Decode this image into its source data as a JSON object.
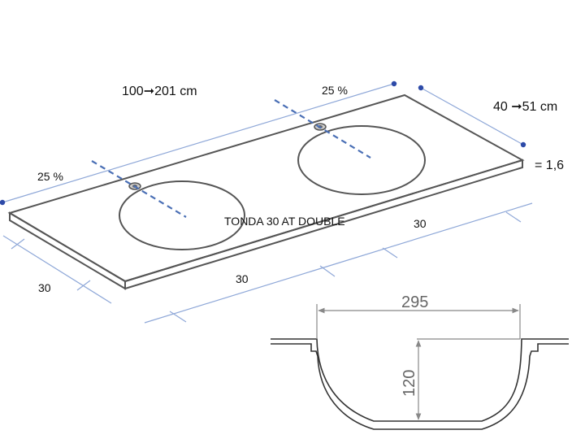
{
  "labels": {
    "length": "100➞201 cm",
    "depth": "40 ➞51 cm",
    "thickness": "= 1,6",
    "percent_left": "25 %",
    "percent_right": "25 %",
    "product": "TONDA 30 AT DOUBLE",
    "dim_left": "30",
    "dim_front": "30",
    "dim_right": "30",
    "section_width": "295",
    "section_depth": "120"
  },
  "colors": {
    "outline": "#555555",
    "dimension": "#8fa8d8",
    "axis": "#4a6fb5",
    "point": "#2d4aa8"
  }
}
